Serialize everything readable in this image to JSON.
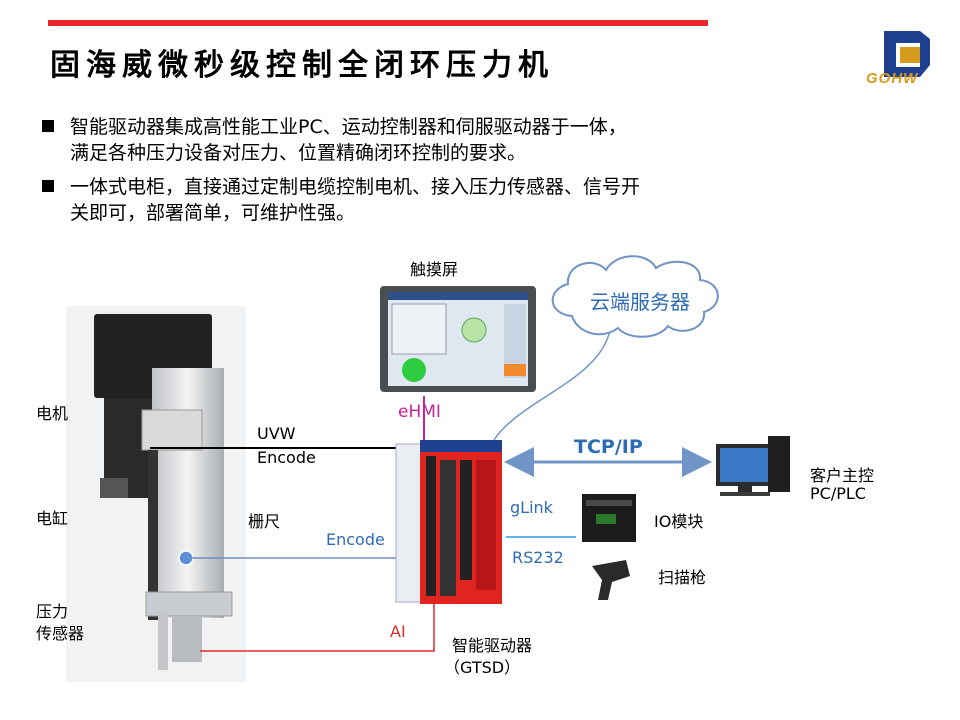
{
  "header": {
    "title": "固海威微秒级控制全闭环压力机",
    "logo_text": "GOHW"
  },
  "bullets": [
    {
      "line1": "智能驱动器集成高性能工业PC、运动控制器和伺服驱动器于一体，",
      "line2": "满足各种压力设备对压力、位置精确闭环控制的要求。"
    },
    {
      "line1": "一体式电柜，直接通过定制电缆控制电机、接入压力传感器、信号开",
      "line2": "关即可，部署简单，可维护性强。"
    }
  ],
  "diagram": {
    "touchscreen_label": "触摸屏",
    "cloud_label": "云端服务器",
    "motor_label": "电机",
    "cylinder_label": "电缸",
    "sensor_label_1": "压力",
    "sensor_label_2": "传感器",
    "uvw_label": "UVW",
    "encode_label": "Encode",
    "grating_label": "栅尺",
    "encode2_label": "Encode",
    "ehmi_label": "eHMI",
    "ai_label": "AI",
    "tcpip_label": "TCP/IP",
    "glink_label": "gLink",
    "rs232_label": "RS232",
    "io_label": "IO模块",
    "scanner_label": "扫描枪",
    "host_label_1": "客户主控",
    "host_label_2": "PC/PLC",
    "driver_label_1": "智能驱动器",
    "driver_label_2": "（GTSD）"
  },
  "colors": {
    "accent_red": "#e8262b",
    "link_blue": "#2e6cb5",
    "ehmi_pink": "#c8259a",
    "logo_navy": "#1f3f8f",
    "logo_gold": "#d69a1c"
  }
}
